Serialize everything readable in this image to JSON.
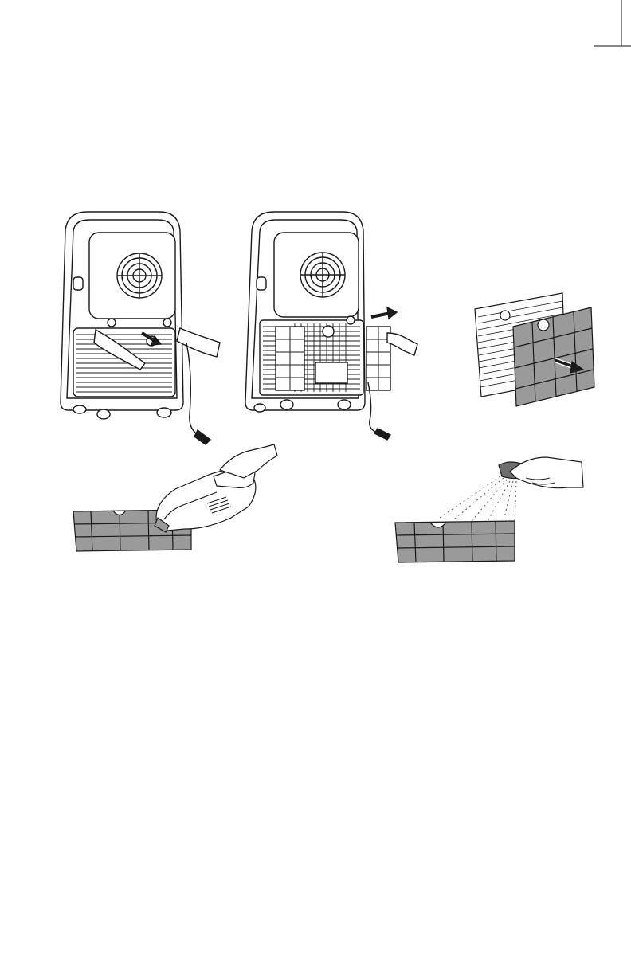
{
  "page": {
    "background": "#ffffff",
    "line_color": "#1a1a1a",
    "filter_fill": "#9a9a9a",
    "filter_light": "#b8b8b8"
  },
  "illustrations": [
    {
      "id": "step-1",
      "icon": "unit-remove-back-grille"
    },
    {
      "id": "step-2",
      "icon": "unit-pull-out-filter"
    },
    {
      "id": "step-3",
      "icon": "filter-separate-from-frame"
    },
    {
      "id": "step-4",
      "icon": "vacuum-clean-filter"
    },
    {
      "id": "step-5",
      "icon": "rinse-filter-with-water"
    }
  ],
  "markers": {
    "cut_mark": "corner-cut-mark"
  }
}
